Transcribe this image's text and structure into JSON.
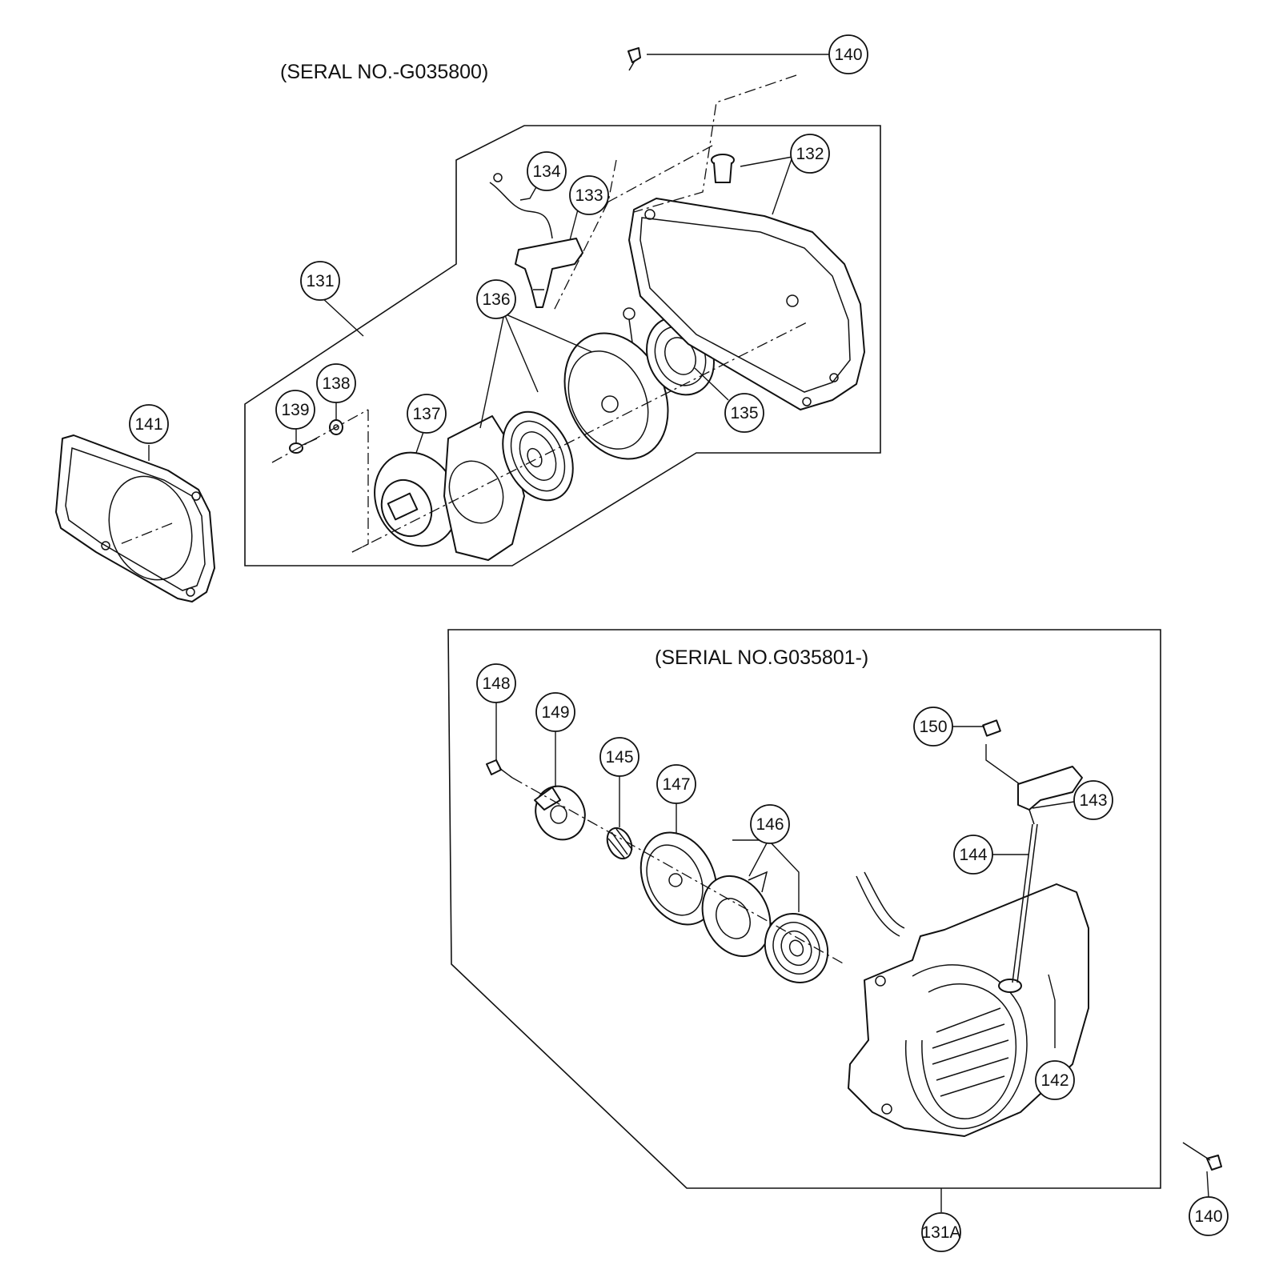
{
  "titles": {
    "upper": "(SERAL NO.-G035800)",
    "lower": "(SERIAL NO.G035801-)"
  },
  "callouts": {
    "c140a": "140",
    "c132": "132",
    "c134": "134",
    "c133": "133",
    "c131": "131",
    "c136": "136",
    "c138": "138",
    "c139": "139",
    "c137": "137",
    "c135": "135",
    "c141": "141",
    "c148": "148",
    "c149": "149",
    "c145": "145",
    "c147": "147",
    "c146": "146",
    "c150": "150",
    "c143": "143",
    "c144": "144",
    "c142": "142",
    "c140b": "140",
    "c131a": "131A"
  }
}
